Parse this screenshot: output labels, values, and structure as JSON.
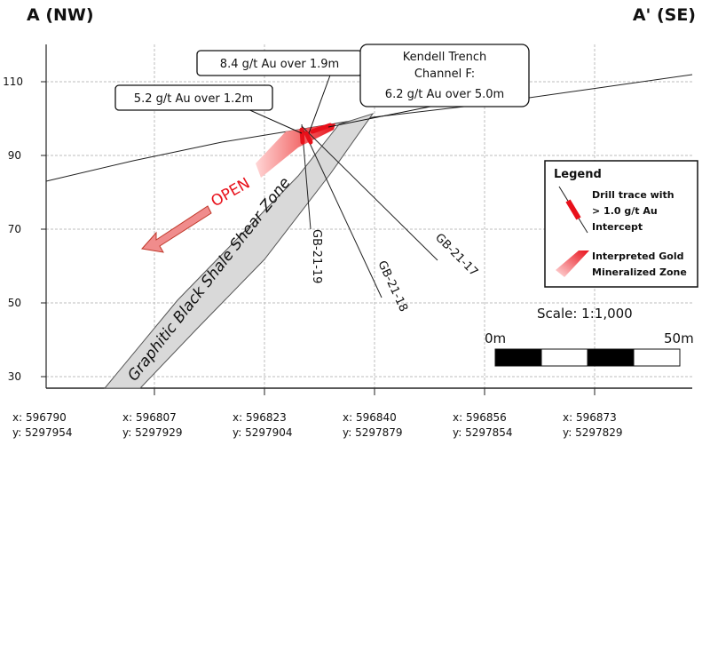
{
  "section": {
    "left_label": "A (NW)",
    "right_label": "A' (SE)"
  },
  "elevation_ticks": [
    "110",
    "90",
    "70",
    "50",
    "30"
  ],
  "callouts": {
    "c1": "5.2 g/t Au over 1.2m",
    "c2": "8.4 g/t Au over 1.9m",
    "c3_line1": "Kendell Trench",
    "c3_line2": "Channel F:",
    "c3_line3": "6.2 g/t Au over 5.0m"
  },
  "labels": {
    "open": "OPEN",
    "shear_zone": "Graphitic Black Shale Shear Zone"
  },
  "drillholes": [
    "GB-21-19",
    "GB-21-18",
    "GB-21-17"
  ],
  "legend": {
    "title": "Legend",
    "drill_1": "Drill trace with",
    "drill_2": "> 1.0 g/t Au",
    "drill_3": "Intercept",
    "zone_1": "Interpreted Gold",
    "zone_2": "Mineralized Zone"
  },
  "scale": {
    "text": "Scale: 1:1,000",
    "start": "0m",
    "end": "50m"
  },
  "coordinates": [
    {
      "x": "x: 596790",
      "y": "y: 5297954"
    },
    {
      "x": "x: 596807",
      "y": "y: 5297929"
    },
    {
      "x": "x: 596823",
      "y": "y: 5297904"
    },
    {
      "x": "x: 596840",
      "y": "y: 5297879"
    },
    {
      "x": "x: 596856",
      "y": "y: 5297854"
    },
    {
      "x": "x: 596873",
      "y": "y: 5297829"
    }
  ],
  "colors": {
    "intercept": "#e8101a",
    "open_text": "#e8101a",
    "shear_fill": "#d9d9d9",
    "grid": "#bdbdbd"
  }
}
